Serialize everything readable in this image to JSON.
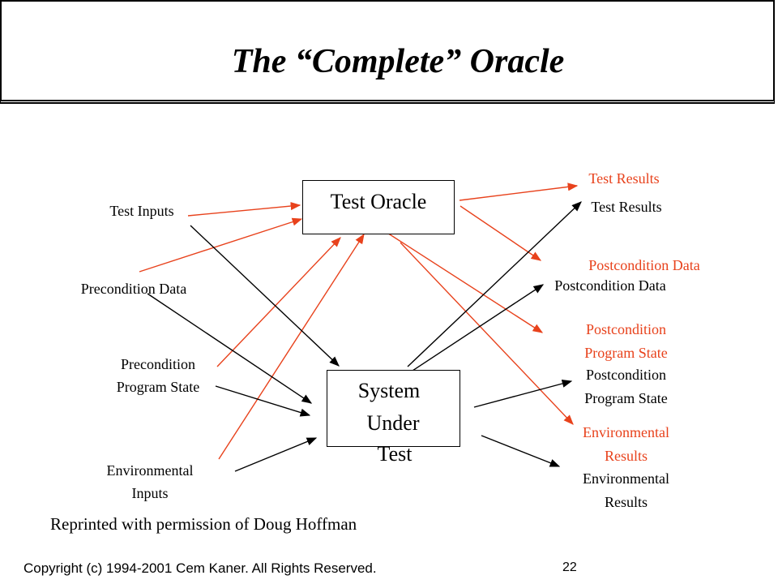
{
  "title": "The “Complete” Oracle",
  "boxes": {
    "oracle": "Test Oracle",
    "sut": [
      "System",
      "Under",
      "Test"
    ]
  },
  "inputs": {
    "test_inputs": "Test Inputs",
    "precondition_data": "Precondition Data",
    "precondition_state": [
      "Precondition",
      "Program State"
    ],
    "environmental_inputs": [
      "Environmental",
      "Inputs"
    ]
  },
  "outputs_oracle": {
    "test_results": "Test Results",
    "postcondition_data": "Postcondition Data",
    "postcondition_state": [
      "Postcondition",
      "Program State"
    ],
    "environmental_results": [
      "Environmental",
      "Results"
    ]
  },
  "outputs_sut": {
    "test_results": "Test Results",
    "postcondition_data": "Postcondition Data",
    "postcondition_state": [
      "Postcondition",
      "Program State"
    ],
    "environmental_results": [
      "Environmental",
      "Results"
    ]
  },
  "credit": "Reprinted with permission of Doug Hoffman",
  "footer": {
    "copyright": "Copyright (c) 1994-2001 Cem Kaner. All Rights Reserved.",
    "page": "22"
  },
  "colors": {
    "oracle_path": "#e8421c",
    "sut_path": "#000000"
  }
}
